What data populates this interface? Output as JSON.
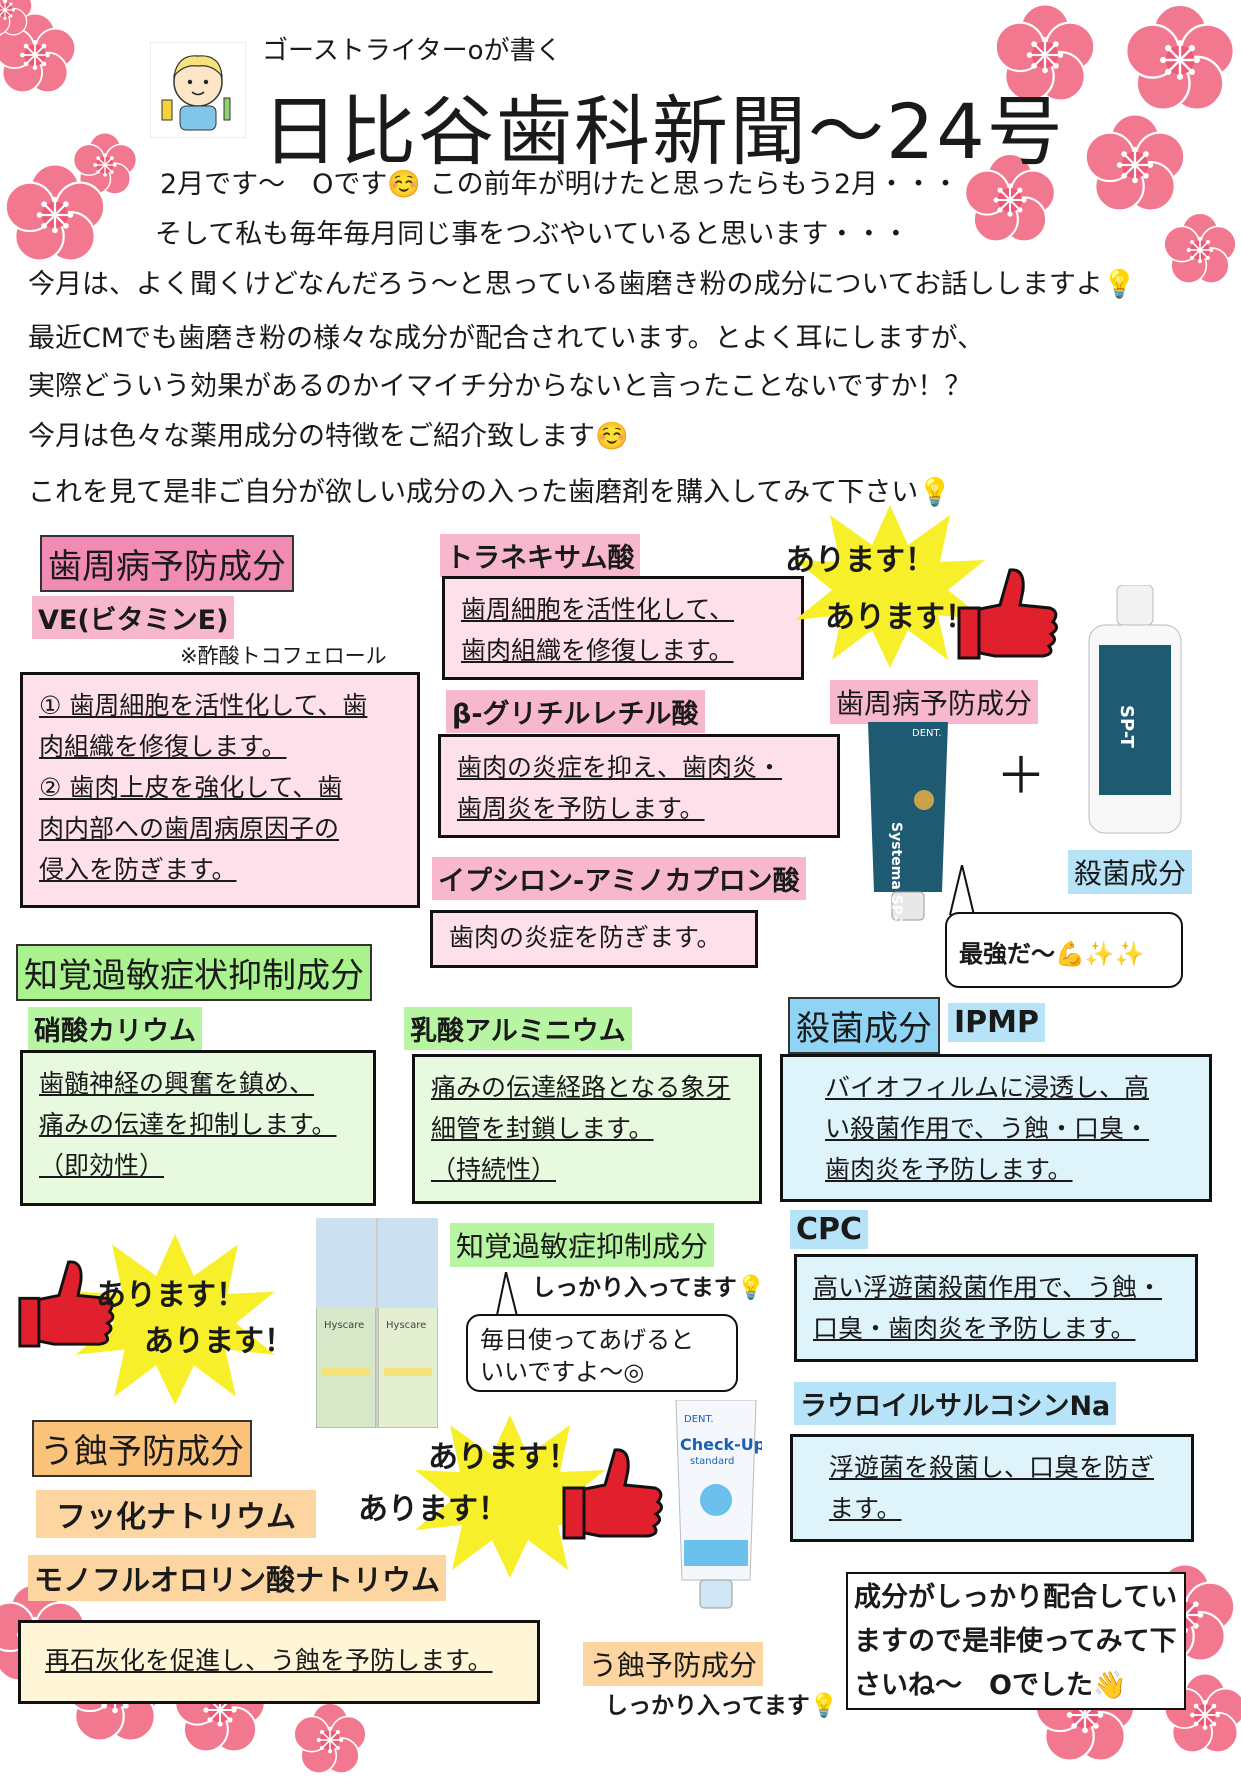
{
  "header": {
    "byline": "ゴーストライターoが書く",
    "title": "日比谷歯科新聞〜24号"
  },
  "intro": {
    "line1": "2月です〜　Oです☺️ この前年が明けたと思ったらもう2月・・・",
    "line2": "そして私も毎年毎月同じ事をつぶやいていると思います・・・",
    "line3": "今月は、よく聞くけどなんだろう〜と思っている歯磨き粉の成分についてお話ししますよ💡",
    "line4": "最近CMでも歯磨き粉の様々な成分が配合されています。とよく耳にしますが、",
    "line5": "実際どういう効果があるのかイマイチ分からないと言ったことないですか！？",
    "line6": "今月は色々な薬用成分の特徴をご紹介致します☺️",
    "line7": "これを見て是非ご自分が欲しい成分の入った歯磨剤を購入してみて下さい💡"
  },
  "perio": {
    "label": "歯周病予防成分",
    "ve_title": "VE(ビタミンE)",
    "ve_note": "※酢酸トコフェロール",
    "ve_lines": [
      "① 歯周細胞を活性化して、歯",
      "肉組織を修復します。",
      "② 歯肉上皮を強化して、歯",
      "肉内部への歯周病原因子の",
      "侵入を防ぎます。"
    ],
    "tranexamic_title": "トラネキサム酸",
    "tranexamic_lines": [
      "歯周細胞を活性化して、",
      "歯肉組織を修復します。"
    ],
    "glycyr_title": "β-グリチルレチル酸",
    "glycyr_lines": [
      "歯肉の炎症を抑え、歯肉炎・",
      "歯周炎を予防します。"
    ],
    "epsilon_title": "イプシロン-アミノカプロン酸",
    "epsilon_lines": [
      "歯肉の炎症を防ぎます。"
    ]
  },
  "product1": {
    "cheer1": "あります！",
    "cheer2": "あります！",
    "label_perio": "歯周病予防成分",
    "plus": "＋",
    "label_steril": "殺菌成分",
    "tube_brand": "DENT.",
    "tube_name": "Systema SP-T",
    "bottle_name": "SP-T",
    "bubble": "最強だ〜💪✨✨"
  },
  "sensitivity": {
    "label": "知覚過敏症状抑制成分",
    "kno3_title": "硝酸カリウム",
    "kno3_lines": [
      "歯髄神経の興奮を鎮め、",
      "痛みの伝達を抑制します。",
      "（即効性）"
    ],
    "al_title": "乳酸アルミニウム",
    "al_lines": [
      "痛みの伝達経路となる象牙",
      "細管を封鎖します。",
      "（持続性）"
    ]
  },
  "steril": {
    "label": "殺菌成分",
    "ipmp_title": "IPMP",
    "ipmp_lines": [
      "バイオフィルムに浸透し、高",
      "い殺菌作用で、う蝕・口臭・",
      "歯肉炎を予防します。"
    ],
    "cpc_title": "CPC",
    "cpc_lines": [
      "高い浮遊菌殺菌作用で、う蝕・",
      "口臭・歯肉炎を予防します。"
    ],
    "lsna_title": "ラウロイルサルコシンNa",
    "lsna_lines": [
      "浮遊菌を殺菌し、口臭を防ぎ",
      "ます。"
    ]
  },
  "product2": {
    "cheer1": "あります！",
    "cheer2": "あります！",
    "box_name": "Hyscare",
    "label": "知覚過敏症抑制成分",
    "note": "しっかり入ってます💡",
    "bubble_lines": [
      "毎日使ってあげると",
      "いいですよ〜◎"
    ]
  },
  "caries": {
    "label": "う蝕予防成分",
    "naf_title": "フッ化ナトリウム",
    "mfp_title": "モノフルオロリン酸ナトリウム",
    "mfp_lines": [
      "再石灰化を促進し、う蝕を予防します。"
    ]
  },
  "product3": {
    "cheer1": "あります！",
    "cheer2": "あります！",
    "tube_brand": "DENT.",
    "tube_name": "Check-Up",
    "tube_sub": "standard",
    "label": "う蝕予防成分",
    "note": "しっかり入ってます💡"
  },
  "closing": {
    "lines": [
      "成分がしっかり配合してい",
      "ますので是非使ってみて下",
      "さいね〜　Oでした👋"
    ]
  },
  "colors": {
    "blossom": "#f2788f",
    "pink": "#f28bb3",
    "green": "#a9f28e",
    "blue": "#8fd4f5",
    "orange": "#fbc27a",
    "burst": "#f7ef2a",
    "thumb": "#e0202c"
  }
}
